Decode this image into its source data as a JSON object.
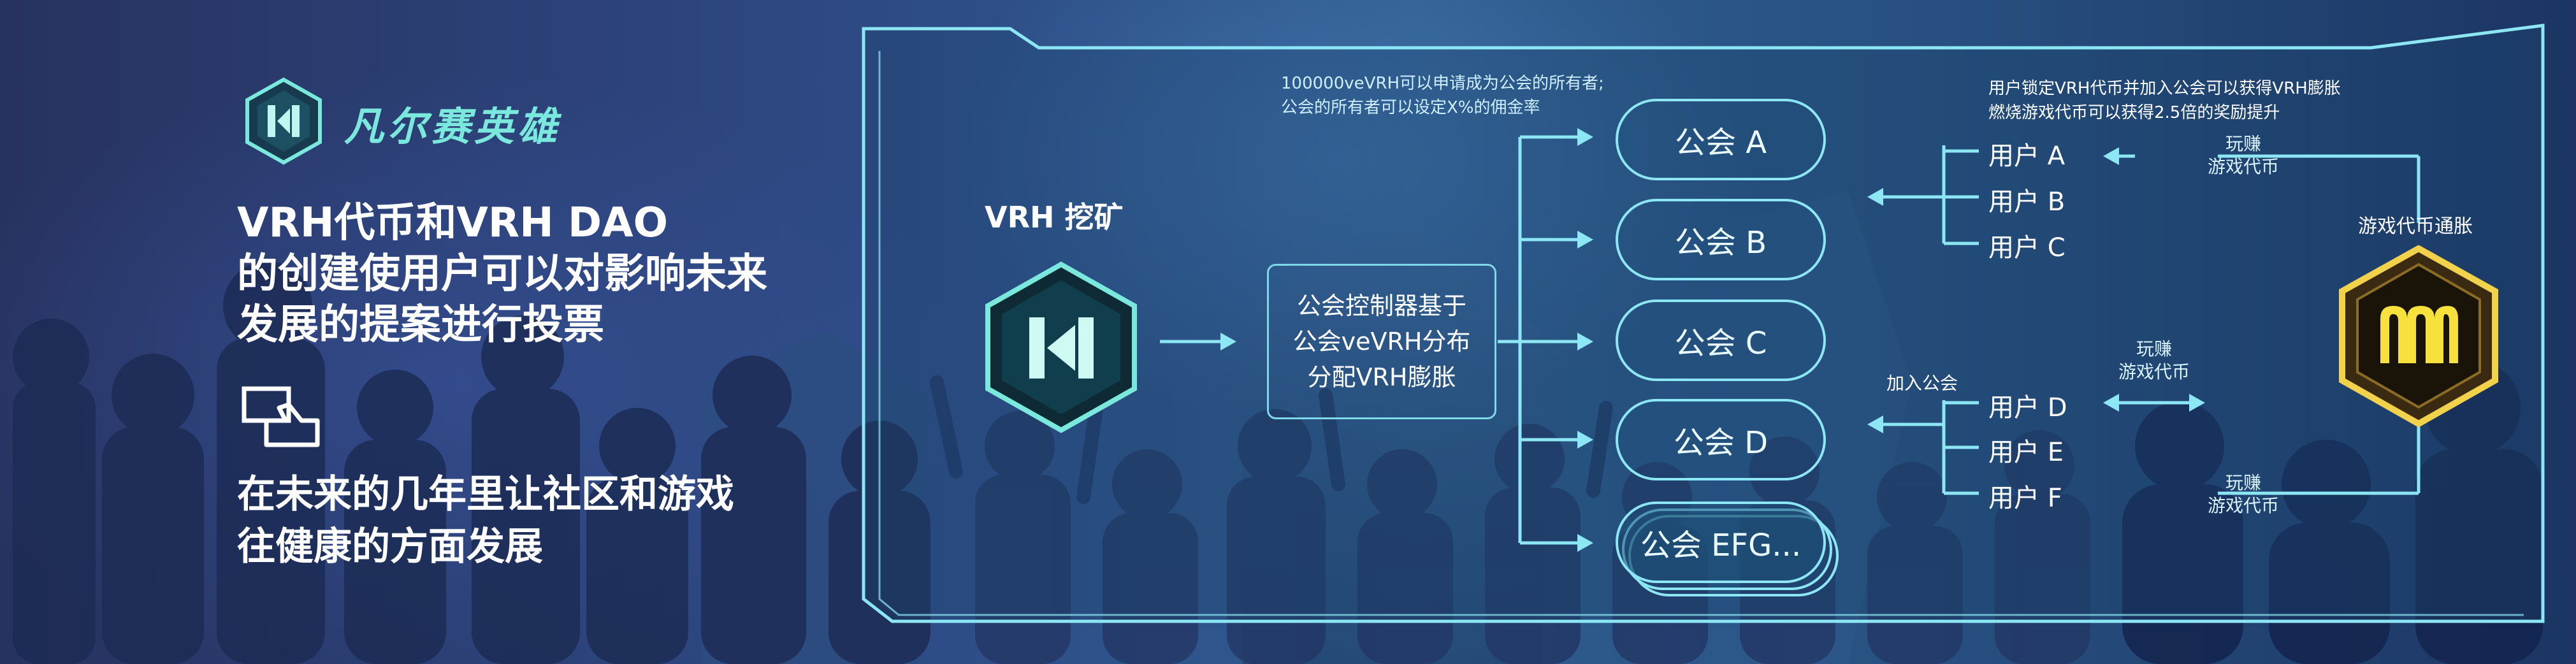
{
  "left": {
    "brand_name": "凡尔赛英雄",
    "heading_lines": [
      "VRH代币和VRH DAO",
      "的创建使用户可以对影响未来",
      "发展的提案进行投票"
    ],
    "bottom_lines": [
      "在未来的几年里让社区和游戏",
      "往健康的方面发展"
    ]
  },
  "diagram": {
    "vrh_mining_label": "VRH 挖矿",
    "controller_lines": [
      "公会控制器基于",
      "公会veVRH分布",
      "分配VRH膨胀"
    ],
    "top_note_lines": [
      "100000veVRH可以申请成为公会的所有者;",
      "公会的所有者可以设定X%的佣金率"
    ],
    "guilds": [
      "公会 A",
      "公会 B",
      "公会 C",
      "公会 D",
      "公会 EFG..."
    ],
    "user_note_lines": [
      "用户锁定VRH代币并加入公会可以获得VRH膨胀",
      "燃烧游戏代币可以获得2.5倍的奖励提升"
    ],
    "users": [
      "用户 A",
      "用户 B",
      "用户 C",
      "用户 D",
      "用户 E",
      "用户 F"
    ],
    "join_guild_label": "加入公会",
    "play_earn_top": [
      "玩赚",
      "游戏代币"
    ],
    "play_earn_mid": [
      "玩赚",
      "游戏代币"
    ],
    "play_earn_bottom": [
      "玩赚",
      "游戏代币"
    ],
    "game_token_inflation": "游戏代币通胀"
  },
  "colors": {
    "accent_cyan": "#8de6f3",
    "brand_teal": "#7ae8dc",
    "gold": "#f2d24a"
  }
}
